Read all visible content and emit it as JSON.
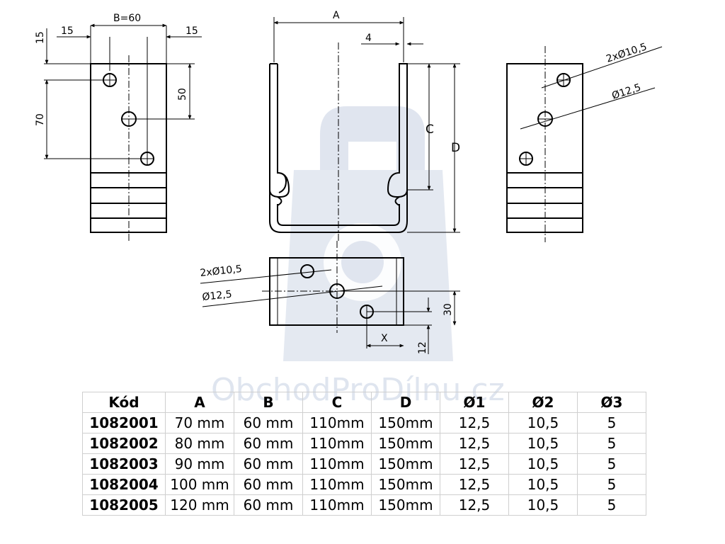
{
  "watermark": "ObchodProDílnu.cz",
  "drawing": {
    "dim_b": "B=60",
    "dim_15_left": "15",
    "dim_15_right": "15",
    "dim_15_vertical": "15",
    "dim_70": "70",
    "dim_50": "50",
    "dim_a": "A",
    "dim_4": "4",
    "label_c": "C",
    "label_d": "D",
    "hole_2x_right": "2xØ10,5",
    "hole_single_right": "Ø12,5",
    "hole_2x_bottom": "2xØ10,5",
    "hole_single_bottom": "Ø12,5",
    "dim_30": "30",
    "dim_12": "12",
    "dim_x": "X"
  },
  "table": {
    "headers": [
      "Kód",
      "A",
      "B",
      "C",
      "D",
      "Ø1",
      "Ø2",
      "Ø3"
    ],
    "rows": [
      [
        "1082001",
        "70 mm",
        "60 mm",
        "110mm",
        "150mm",
        "12,5",
        "10,5",
        "5"
      ],
      [
        "1082002",
        "80 mm",
        "60 mm",
        "110mm",
        "150mm",
        "12,5",
        "10,5",
        "5"
      ],
      [
        "1082003",
        "90 mm",
        "60 mm",
        "110mm",
        "150mm",
        "12,5",
        "10,5",
        "5"
      ],
      [
        "1082004",
        "100 mm",
        "60 mm",
        "110mm",
        "150mm",
        "12,5",
        "10,5",
        "5"
      ],
      [
        "1082005",
        "120 mm",
        "60 mm",
        "110mm",
        "150mm",
        "12,5",
        "10,5",
        "5"
      ]
    ]
  }
}
